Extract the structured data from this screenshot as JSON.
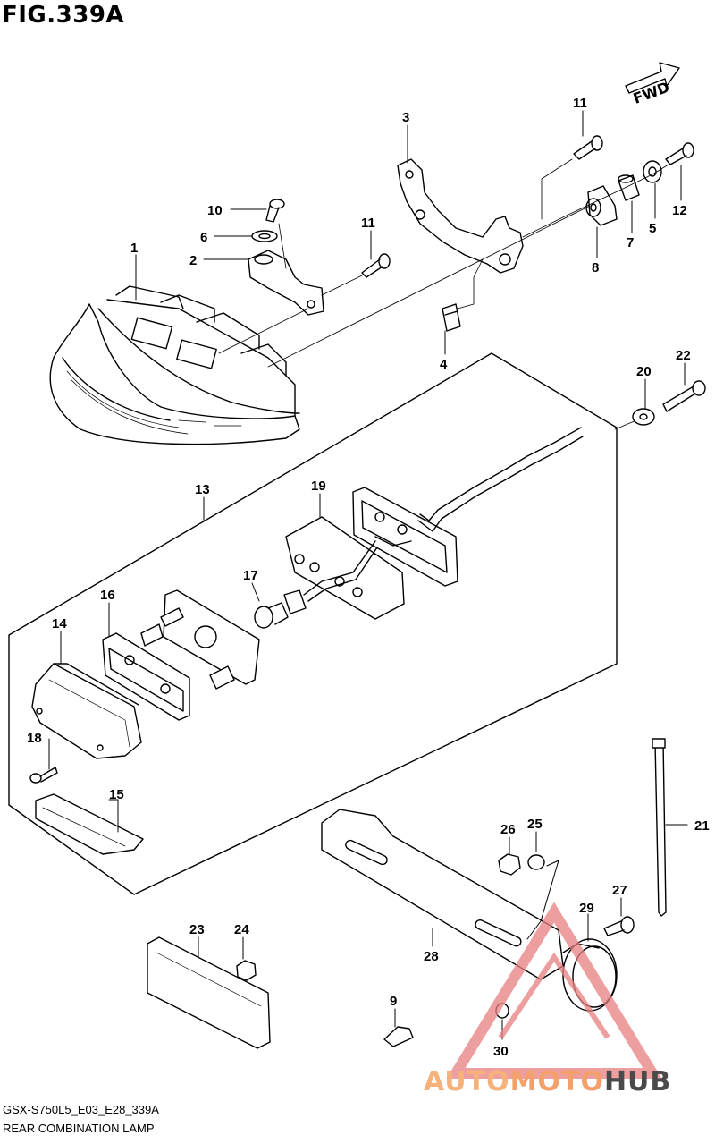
{
  "figure": {
    "title": "FIG.339A",
    "model_code": "GSX-S750L5_E03_E28_339A",
    "section_name": "REAR COMBINATION LAMP",
    "fwd_label": "FWD"
  },
  "callouts": [
    {
      "id": "c1",
      "label": "1"
    },
    {
      "id": "c2",
      "label": "2"
    },
    {
      "id": "c3",
      "label": "3"
    },
    {
      "id": "c4",
      "label": "4"
    },
    {
      "id": "c5",
      "label": "5"
    },
    {
      "id": "c6",
      "label": "6"
    },
    {
      "id": "c7",
      "label": "7"
    },
    {
      "id": "c8",
      "label": "8"
    },
    {
      "id": "c9",
      "label": "9"
    },
    {
      "id": "c10",
      "label": "10"
    },
    {
      "id": "c11a",
      "label": "11"
    },
    {
      "id": "c11b",
      "label": "11"
    },
    {
      "id": "c12",
      "label": "12"
    },
    {
      "id": "c13",
      "label": "13"
    },
    {
      "id": "c14",
      "label": "14"
    },
    {
      "id": "c15",
      "label": "15"
    },
    {
      "id": "c16",
      "label": "16"
    },
    {
      "id": "c17",
      "label": "17"
    },
    {
      "id": "c18",
      "label": "18"
    },
    {
      "id": "c19",
      "label": "19"
    },
    {
      "id": "c20",
      "label": "20"
    },
    {
      "id": "c21",
      "label": "21"
    },
    {
      "id": "c22",
      "label": "22"
    },
    {
      "id": "c23",
      "label": "23"
    },
    {
      "id": "c24",
      "label": "24"
    },
    {
      "id": "c25",
      "label": "25"
    },
    {
      "id": "c26",
      "label": "26"
    },
    {
      "id": "c27",
      "label": "27"
    },
    {
      "id": "c28",
      "label": "28"
    },
    {
      "id": "c29",
      "label": "29"
    },
    {
      "id": "c30",
      "label": "30"
    }
  ],
  "watermark": {
    "part1": "AUTO",
    "part2": "MOTO",
    "part3": "HUB"
  }
}
